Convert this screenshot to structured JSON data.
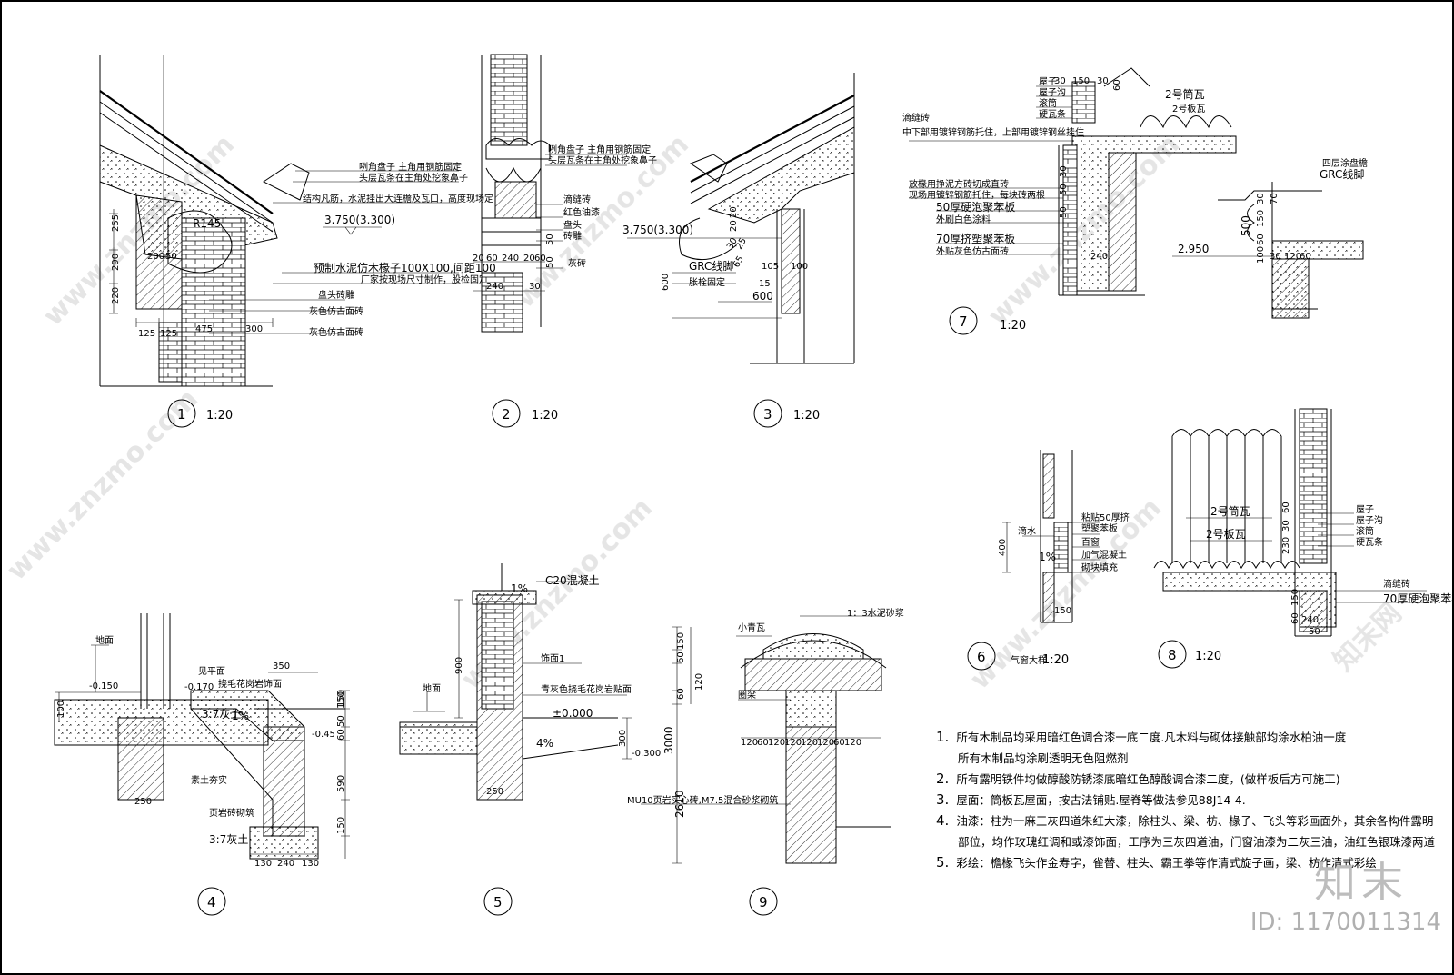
{
  "frame": {
    "border_color": "#000000",
    "background": "#ffffff"
  },
  "details": {
    "d1": {
      "num": "1",
      "scale": "1:20",
      "labels": [
        "咧角盘子  主角用钢筋固定",
        "头层瓦条在主角处挖象鼻子",
        "结构凡筋，水泥挂出大连檐及瓦口，高度现场定",
        "预制水泥仿木椽子100X100,间距100",
        "厂家按现场尺寸制作，股检固定",
        "盘头砖雕",
        "灰色仿古面砖",
        "灰色仿古面砖"
      ],
      "level": "3.750(3.300)",
      "radius": "R145",
      "dims_v": [
        "255",
        "290",
        "220"
      ],
      "dims_h": [
        "125",
        "125",
        "475",
        "300"
      ],
      "dims_small": [
        "200",
        "50"
      ]
    },
    "d2": {
      "num": "2",
      "scale": "1:20",
      "labels": [
        "咧角盘子  主角用钢筋固定",
        "头层瓦条在主角处挖象鼻子",
        "滴缝砖",
        "红色油漆",
        "盘头",
        "砖雕",
        "灰砖"
      ],
      "dims": [
        "20",
        "60",
        "240",
        "20",
        "60",
        "240",
        "30",
        "50",
        "50"
      ]
    },
    "d3": {
      "num": "3",
      "scale": "1:20",
      "labels": [
        "GRC线脚",
        "胀栓固定"
      ],
      "level": "3.750(3.300)",
      "dims": [
        "600",
        "600",
        "105",
        "100",
        "15",
        "20",
        "20",
        "30",
        "25",
        "65"
      ]
    },
    "d7": {
      "num": "7",
      "scale": "1:20",
      "labels": [
        "屋子",
        "屋子沟",
        "滚筒",
        "硬瓦条",
        "滴缝砖",
        "中下部用镀锌钢筋托住，上部用镀锌钢丝挂住",
        "放椽用挣泥方砖切成直砖",
        "现场用镀锌钢筋托住，每块砖两根",
        "50厚硬泡聚苯板",
        "外刷白色涂料",
        "70厚挤塑聚苯板",
        "外贴灰色仿古面砖",
        "2号筒瓦",
        "2号板瓦",
        "四层涂盘檐",
        "GRC线脚"
      ],
      "level": "2.950",
      "dims": [
        "30",
        "150",
        "30",
        "60",
        "50",
        "30",
        "50",
        "240",
        "500",
        "150",
        "30",
        "70",
        "100",
        "60",
        "30",
        "120",
        "60"
      ]
    },
    "d6": {
      "num": "6",
      "title": "气窗大样",
      "scale": "1:20",
      "labels": [
        "粘贴50厚挤",
        "塑聚苯板",
        "百窗",
        "加气混凝土",
        "砌块填充",
        "滴水"
      ],
      "dims": [
        "400",
        "1%",
        "150"
      ]
    },
    "d8": {
      "num": "8",
      "scale": "1:20",
      "labels": [
        "2号筒瓦",
        "2号板瓦",
        "屋子",
        "屋子沟",
        "滚筒",
        "硬瓦条",
        "滴缝砖",
        "70厚硬泡聚苯板"
      ],
      "dims": [
        "30",
        "60",
        "230",
        "150",
        "60",
        "240",
        "50"
      ]
    },
    "d4": {
      "num": "4",
      "labels": [
        "地面",
        "见平面",
        "挠毛花岗岩饰面",
        "素土夯实",
        "页岩砖砌筑",
        "3:7灰土",
        "3:7灰土"
      ],
      "levels": [
        "-0.150",
        "-0.170",
        "-0.45"
      ],
      "slope": "1%",
      "dims": [
        "100",
        "350",
        "150",
        "50",
        "60",
        "150",
        "590",
        "150",
        "250",
        "130",
        "240",
        "130"
      ]
    },
    "d5": {
      "num": "5",
      "labels": [
        "C20混凝土",
        "饰面1",
        "青灰色挠毛花岗岩贴面",
        "地面"
      ],
      "levels": [
        "±0.000",
        "-0.300"
      ],
      "slopes": [
        "1%",
        "4%"
      ],
      "dims": [
        "900",
        "300",
        "250"
      ]
    },
    "d9": {
      "num": "9",
      "labels": [
        "小青瓦",
        "1：3水泥砂浆",
        "圈梁",
        "MU10页岩实心砖,M7.5混合砂浆砌筑"
      ],
      "dims_v": [
        "150",
        "60",
        "120",
        "60",
        "3000",
        "2610"
      ],
      "dims_h": [
        "120",
        "60",
        "120",
        "120",
        "120",
        "120",
        "60",
        "120"
      ]
    }
  },
  "notes": [
    {
      "num": "1.",
      "text": "所有木制品均采用暗红色调合漆一底二度.凡木料与砌体接触部均涂水柏油一度"
    },
    {
      "num": "",
      "text": "所有木制品均涂刷透明无色阻燃剂"
    },
    {
      "num": "2.",
      "text": "所有露明铁件均做醇酸防锈漆底暗红色醇酸调合漆二度，(做样板后方可施工)"
    },
    {
      "num": "3.",
      "text": "屋面：筒板瓦屋面，按古法铺贴.屋脊等做法参见88J14-4."
    },
    {
      "num": "4.",
      "text": "油漆：柱为一麻三灰四道朱红大漆，除柱头、梁、枋、椽子、飞头等彩画面外，其余各构件露明"
    },
    {
      "num": "",
      "text": "部位，均作玫瑰红调和或漆饰面，工序为三灰四道油，门窗油漆为二灰三油，油红色银珠漆两道"
    },
    {
      "num": "5.",
      "text": "彩绘：檐椽飞头作金寿字，雀替、柱头、霸王拳等作清式旋子画，梁、枋作清式彩绘"
    }
  ],
  "watermark": {
    "site": "www.znzmo.com",
    "brand": "知末",
    "site_cn": "知末网",
    "id": "ID: 1170011314"
  }
}
